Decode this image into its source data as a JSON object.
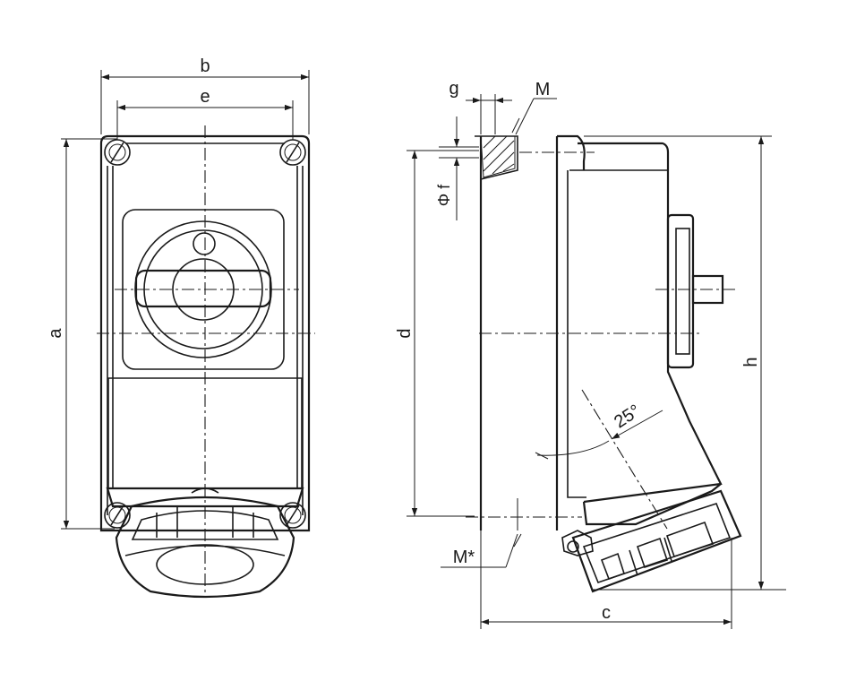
{
  "front_view": {
    "dims": {
      "b": "b",
      "e": "e",
      "a": "a"
    }
  },
  "side_view": {
    "dims": {
      "g": "g",
      "m_top": "M",
      "phi_f": "Φ f",
      "d": "d",
      "h": "h",
      "c": "c",
      "m_star": "M*",
      "angle": "25°"
    }
  }
}
